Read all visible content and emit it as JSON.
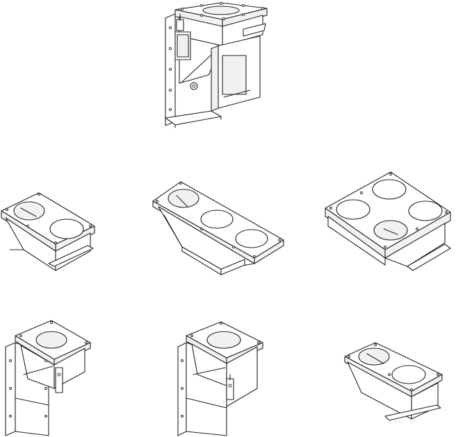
{
  "figure": {
    "background": "#ffffff",
    "line_color": "#222222",
    "items": [
      {
        "id": "diverter-main",
        "icon": "slide-gate-diverter-with-cylinder"
      },
      {
        "id": "two-way-box",
        "icon": "two-outlet-distribution-box"
      },
      {
        "id": "three-way-box",
        "icon": "three-outlet-distribution-box"
      },
      {
        "id": "four-way-box",
        "icon": "four-outlet-distribution-box"
      },
      {
        "id": "diverter-left",
        "icon": "single-diverter-with-side-plate"
      },
      {
        "id": "diverter-middle",
        "icon": "single-diverter-with-handle"
      },
      {
        "id": "transition-chute",
        "icon": "double-inlet-transition-chute"
      }
    ]
  }
}
